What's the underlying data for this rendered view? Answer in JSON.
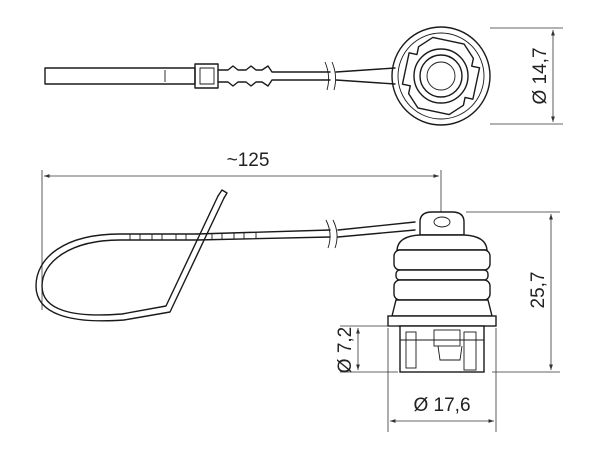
{
  "dimensions": {
    "overall_length": "~125",
    "cap_face_diameter": "Ø 14,7",
    "cap_height": "25,7",
    "thread_height": "Ø 7,2",
    "base_diameter": "Ø 17,6"
  },
  "colors": {
    "line": "#1a1a1a",
    "dimension": "#333333",
    "background": "#ffffff"
  }
}
